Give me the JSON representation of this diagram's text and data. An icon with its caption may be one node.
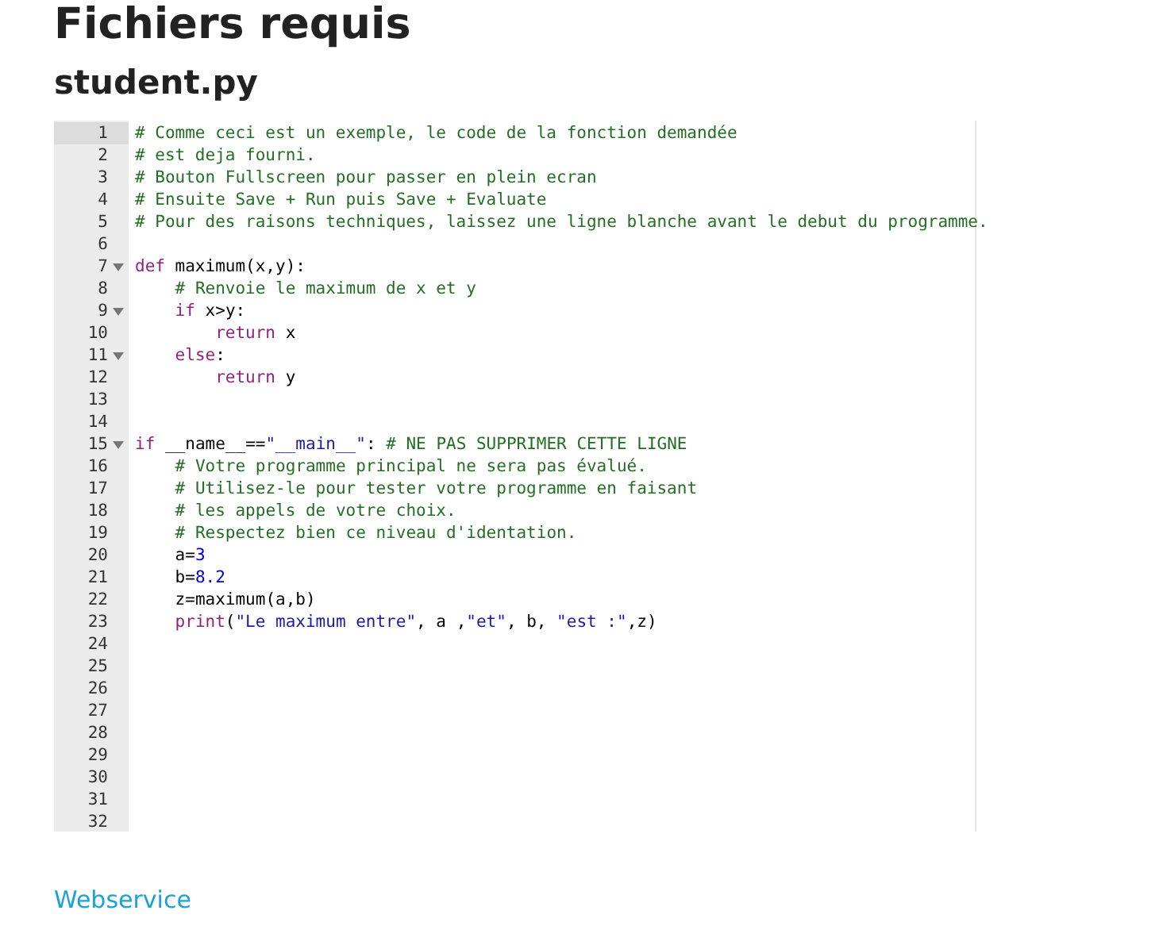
{
  "diagram": {
    "title": "Fichiers requis",
    "labels": [
      "student.py",
      "1",
      "# Comme ceci est un exemple, le code de la fonction demandée",
      "2",
      "# est deja fourni.",
      "3",
      "# Bouton Fullscreen pour passer en plein ecran",
      "4",
      "# Ensuite Save + Run puis Save + Evaluate",
      "5",
      "# Pour des raisons techniques, laissez une ligne blanche avant le debut du programme.",
      "6",
      "7",
      "def maximum(x,y):",
      "8",
      "    # Renvoie le maximum de x et y",
      "9",
      "    if x>y:",
      "10",
      "        return x",
      "11",
      "    else:",
      "12",
      "        return y",
      "13",
      "14",
      "15",
      "if __name__==\"__main__\": # NE PAS SUPPRIMER CETTE LIGNE",
      "16",
      "    # Votre programme principal ne sera pas évalué.",
      "17",
      "    # Utilisez-le pour tester votre programme en faisant",
      "18",
      "    # les appels de votre choix.",
      "19",
      "    # Respectez bien ce niveau d'identation.",
      "20",
      "    a=3",
      "21",
      "    b=8.2",
      "22",
      "    z=maximum(a,b)",
      "23",
      "    print(\"Le maximum entre\", a ,\"et\", b, \"est :\",z)",
      "24",
      "25",
      "26",
      "27",
      "28",
      "29",
      "30",
      "31",
      "32",
      "Webservice"
    ]
  }
}
